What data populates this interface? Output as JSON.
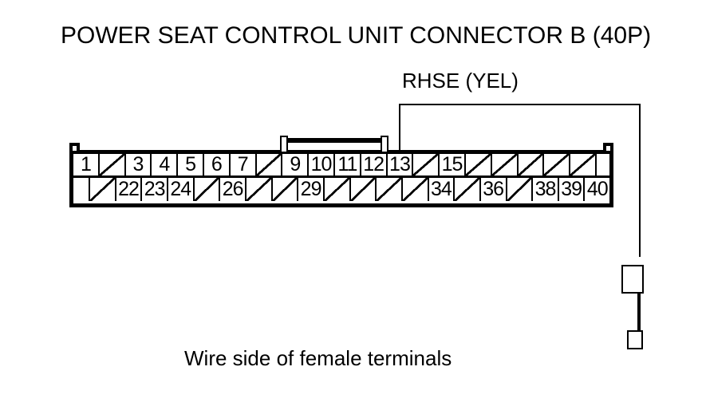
{
  "title": "POWER SEAT CONTROL UNIT CONNECTOR B (40P)",
  "caption": "Wire side of female terminals",
  "colors": {
    "ink": "#000000",
    "background": "#ffffff"
  },
  "wire": {
    "label": "RHSE (YEL)",
    "signal": "RHSE",
    "wire_color": "YEL",
    "connects_to_pin": 13
  },
  "connector": {
    "pin_count": 40,
    "rows": [
      {
        "position": "top",
        "filler": "right",
        "cells": [
          {
            "pin": 1,
            "label": "1"
          },
          {
            "pin": 2,
            "label": "",
            "slashed": true
          },
          {
            "pin": 3,
            "label": "3"
          },
          {
            "pin": 4,
            "label": "4"
          },
          {
            "pin": 5,
            "label": "5"
          },
          {
            "pin": 6,
            "label": "6"
          },
          {
            "pin": 7,
            "label": "7"
          },
          {
            "pin": 8,
            "label": "",
            "slashed": true
          },
          {
            "pin": 9,
            "label": "9"
          },
          {
            "pin": 10,
            "label": "10"
          },
          {
            "pin": 11,
            "label": "11"
          },
          {
            "pin": 12,
            "label": "12"
          },
          {
            "pin": 13,
            "label": "13"
          },
          {
            "pin": 14,
            "label": "",
            "slashed": true
          },
          {
            "pin": 15,
            "label": "15"
          },
          {
            "pin": 16,
            "label": "",
            "slashed": true
          },
          {
            "pin": 17,
            "label": "",
            "slashed": true
          },
          {
            "pin": 18,
            "label": "",
            "slashed": true
          },
          {
            "pin": 19,
            "label": "",
            "slashed": true
          },
          {
            "pin": 20,
            "label": "",
            "slashed": true
          }
        ]
      },
      {
        "position": "bottom",
        "filler": "left",
        "cells": [
          {
            "pin": 21,
            "label": "",
            "slashed": true
          },
          {
            "pin": 22,
            "label": "22"
          },
          {
            "pin": 23,
            "label": "23"
          },
          {
            "pin": 24,
            "label": "24"
          },
          {
            "pin": 25,
            "label": "",
            "slashed": true
          },
          {
            "pin": 26,
            "label": "26"
          },
          {
            "pin": 27,
            "label": "",
            "slashed": true
          },
          {
            "pin": 28,
            "label": "",
            "slashed": true
          },
          {
            "pin": 29,
            "label": "29"
          },
          {
            "pin": 30,
            "label": "",
            "slashed": true
          },
          {
            "pin": 31,
            "label": "",
            "slashed": true
          },
          {
            "pin": 32,
            "label": "",
            "slashed": true
          },
          {
            "pin": 33,
            "label": "",
            "slashed": true
          },
          {
            "pin": 34,
            "label": "34"
          },
          {
            "pin": 35,
            "label": "",
            "slashed": true
          },
          {
            "pin": 36,
            "label": "36"
          },
          {
            "pin": 37,
            "label": "",
            "slashed": true
          },
          {
            "pin": 38,
            "label": "38"
          },
          {
            "pin": 39,
            "label": "39"
          },
          {
            "pin": 40,
            "label": "40"
          }
        ]
      }
    ]
  }
}
